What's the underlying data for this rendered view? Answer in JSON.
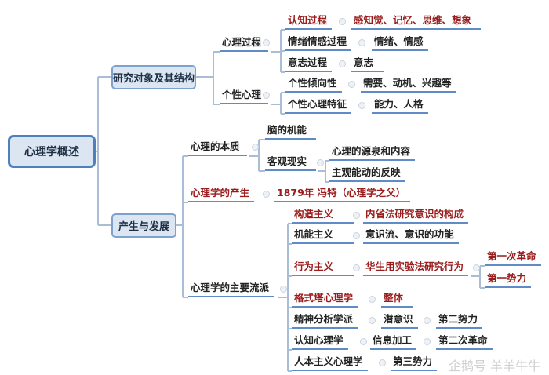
{
  "root": "心理学概述",
  "branches": {
    "research": {
      "label": "研究对象及其结构",
      "mental_process": {
        "label": "心理过程",
        "items": [
          {
            "label": "认知过程",
            "value": "感知觉、记忆、思维、想象"
          },
          {
            "label": "情绪情感过程",
            "value": "情绪、情感"
          },
          {
            "label": "意志过程",
            "value": "意志"
          }
        ]
      },
      "personality": {
        "label": "个性心理",
        "items": [
          {
            "label": "个性倾向性",
            "value": "需要、动机、兴趣等"
          },
          {
            "label": "个性心理特征",
            "value": "能力、人格"
          }
        ]
      }
    },
    "development": {
      "label": "产生与发展",
      "essence": {
        "label": "心理的本质",
        "brain": "脑的机能",
        "reality": "客观现实",
        "reality_items": [
          "心理的源泉和内容",
          "主观能动的反映"
        ]
      },
      "origin": {
        "label": "心理学的产生",
        "value": "1879年 冯特（心理学之父）"
      },
      "schools": {
        "label": "心理学的主要流派",
        "items": [
          {
            "label": "构造主义",
            "value": "内省法研究意识的构成"
          },
          {
            "label": "机能主义",
            "value": "意识流、意识的功能"
          },
          {
            "label": "行为主义",
            "value": "华生用实验法研究行为",
            "extra": [
              "第一次革命",
              "第一势力"
            ]
          },
          {
            "label": "格式塔心理学",
            "value": "整体"
          },
          {
            "label": "精神分析学派",
            "value": "潜意识",
            "extra": [
              "第二势力"
            ]
          },
          {
            "label": "认知心理学",
            "value": "信息加工",
            "extra": [
              "第二次革命"
            ]
          },
          {
            "label": "人本主义心理学",
            "value": "第三势力"
          }
        ]
      }
    }
  },
  "watermark": "企鹅号 羊羊牛牛",
  "colors": {
    "highlight": "#9a1c1c",
    "underline": "#5f8cc6",
    "box": "#dce6f2"
  }
}
